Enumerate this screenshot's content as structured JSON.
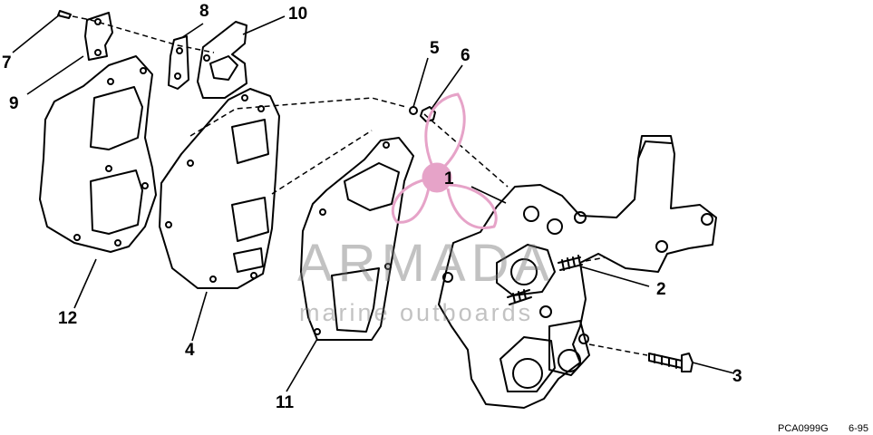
{
  "callouts": {
    "c1": "1",
    "c2": "2",
    "c3": "3",
    "c4": "4",
    "c5": "5",
    "c6": "6",
    "c7": "7",
    "c8": "8",
    "c9": "9",
    "c10": "10",
    "c11": "11",
    "c12": "12"
  },
  "drawing_code": "PCA0999G",
  "drawing_date": "6-95",
  "watermark": {
    "name": "ARMADA",
    "tagline": "marine outboards",
    "color": "#e6a3c8"
  }
}
